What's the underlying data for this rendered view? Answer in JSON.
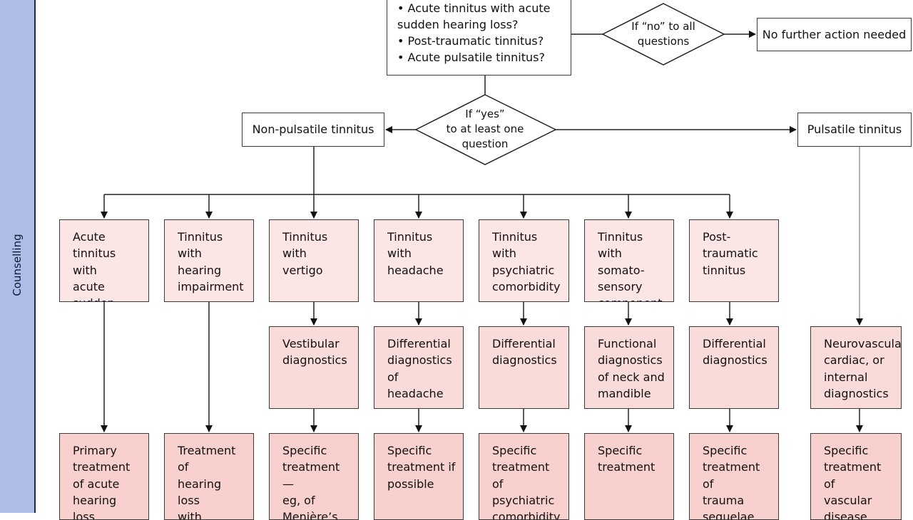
{
  "sidebar": {
    "label": "Counselling"
  },
  "top": {
    "questions_box": "• Acute tinnitus with acute\n  sudden hearing loss?\n• Post-traumatic tinnitus?\n• Acute pulsatile tinnitus?",
    "no_diamond": "If “no” to all\nquestions",
    "no_action": "No further action needed",
    "yes_diamond": "If “yes”\nto at least one\nquestion",
    "non_pulsatile": "Non-pulsatile tinnitus",
    "pulsatile": "Pulsatile tinnitus"
  },
  "categories": [
    "Acute\ntinnitus with\nacute sudden\nhearing loss",
    "Tinnitus\nwith\nhearing\nimpairment",
    "Tinnitus\nwith\nvertigo",
    "Tinnitus\nwith\nheadache",
    "Tinnitus\nwith\npsychiatric\ncomorbidity",
    "Tinnitus\nwith somato-\nsensory\ncomponent",
    "Post-\ntraumatic\ntinnitus"
  ],
  "diagnostics": [
    "Vestibular\ndiagnostics",
    "Differential\ndiagnostics\nof headache",
    "Differential\ndiagnostics",
    "Functional\ndiagnostics\nof neck and\nmandible",
    "Differential\ndiagnostics",
    "Neurovascular,\ncardiac, or\ninternal\ndiagnostics"
  ],
  "treatments": [
    "Primary\ntreatment\nof acute\nhearing loss",
    "Treatment of\nhearing loss\nwith hearing\naid, cochlear\nimplant, etc",
    "Specific\ntreatment—\neg, of\nMenière’s\ndisease",
    "Specific\ntreatment if\npossible",
    "Specific\ntreatment of\npsychiatric\ncomorbidity",
    "Specific\ntreatment",
    "Specific\ntreatment of\ntrauma\nsequelae",
    "Specific\ntreatment of\nvascular\ndisease"
  ]
}
